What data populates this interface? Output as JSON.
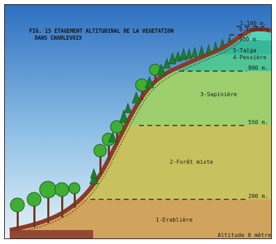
{
  "figure": {
    "title_line1": "FIG. 15 ETAGEMENT ALTITUDINAL DE LA VEGETATION",
    "title_line2": "DANS CHARLEVOIX"
  },
  "altitudes": {
    "a1100": "1,100 m.",
    "a950": "950 m.",
    "a800": "800 m.",
    "a550": "550 m.",
    "a200": "200 m.",
    "a0": "Altitude 0 mètre"
  },
  "zones": {
    "toundra": "6-toundre",
    "taiga": "5-Taïga",
    "pessiere": "4-Pessière",
    "sapiniere": "3-Sapinière",
    "foret_mixte": "2-Forêt mixte",
    "erabliere": "1-Erablière"
  },
  "colors": {
    "sky_top": "#2c6fc0",
    "sky_bottom": "#d9ecf6",
    "erabliere": "#d1a45d",
    "foret_mixte": "#c9c15e",
    "sapiniere": "#9dcf6e",
    "pessiere": "#4fc495",
    "taiga": "#37b79a",
    "toundra": "#56d2b8",
    "soil": "#8a3a2a",
    "tree_green": "#3fae33",
    "conifer": "#1f7d2a"
  }
}
